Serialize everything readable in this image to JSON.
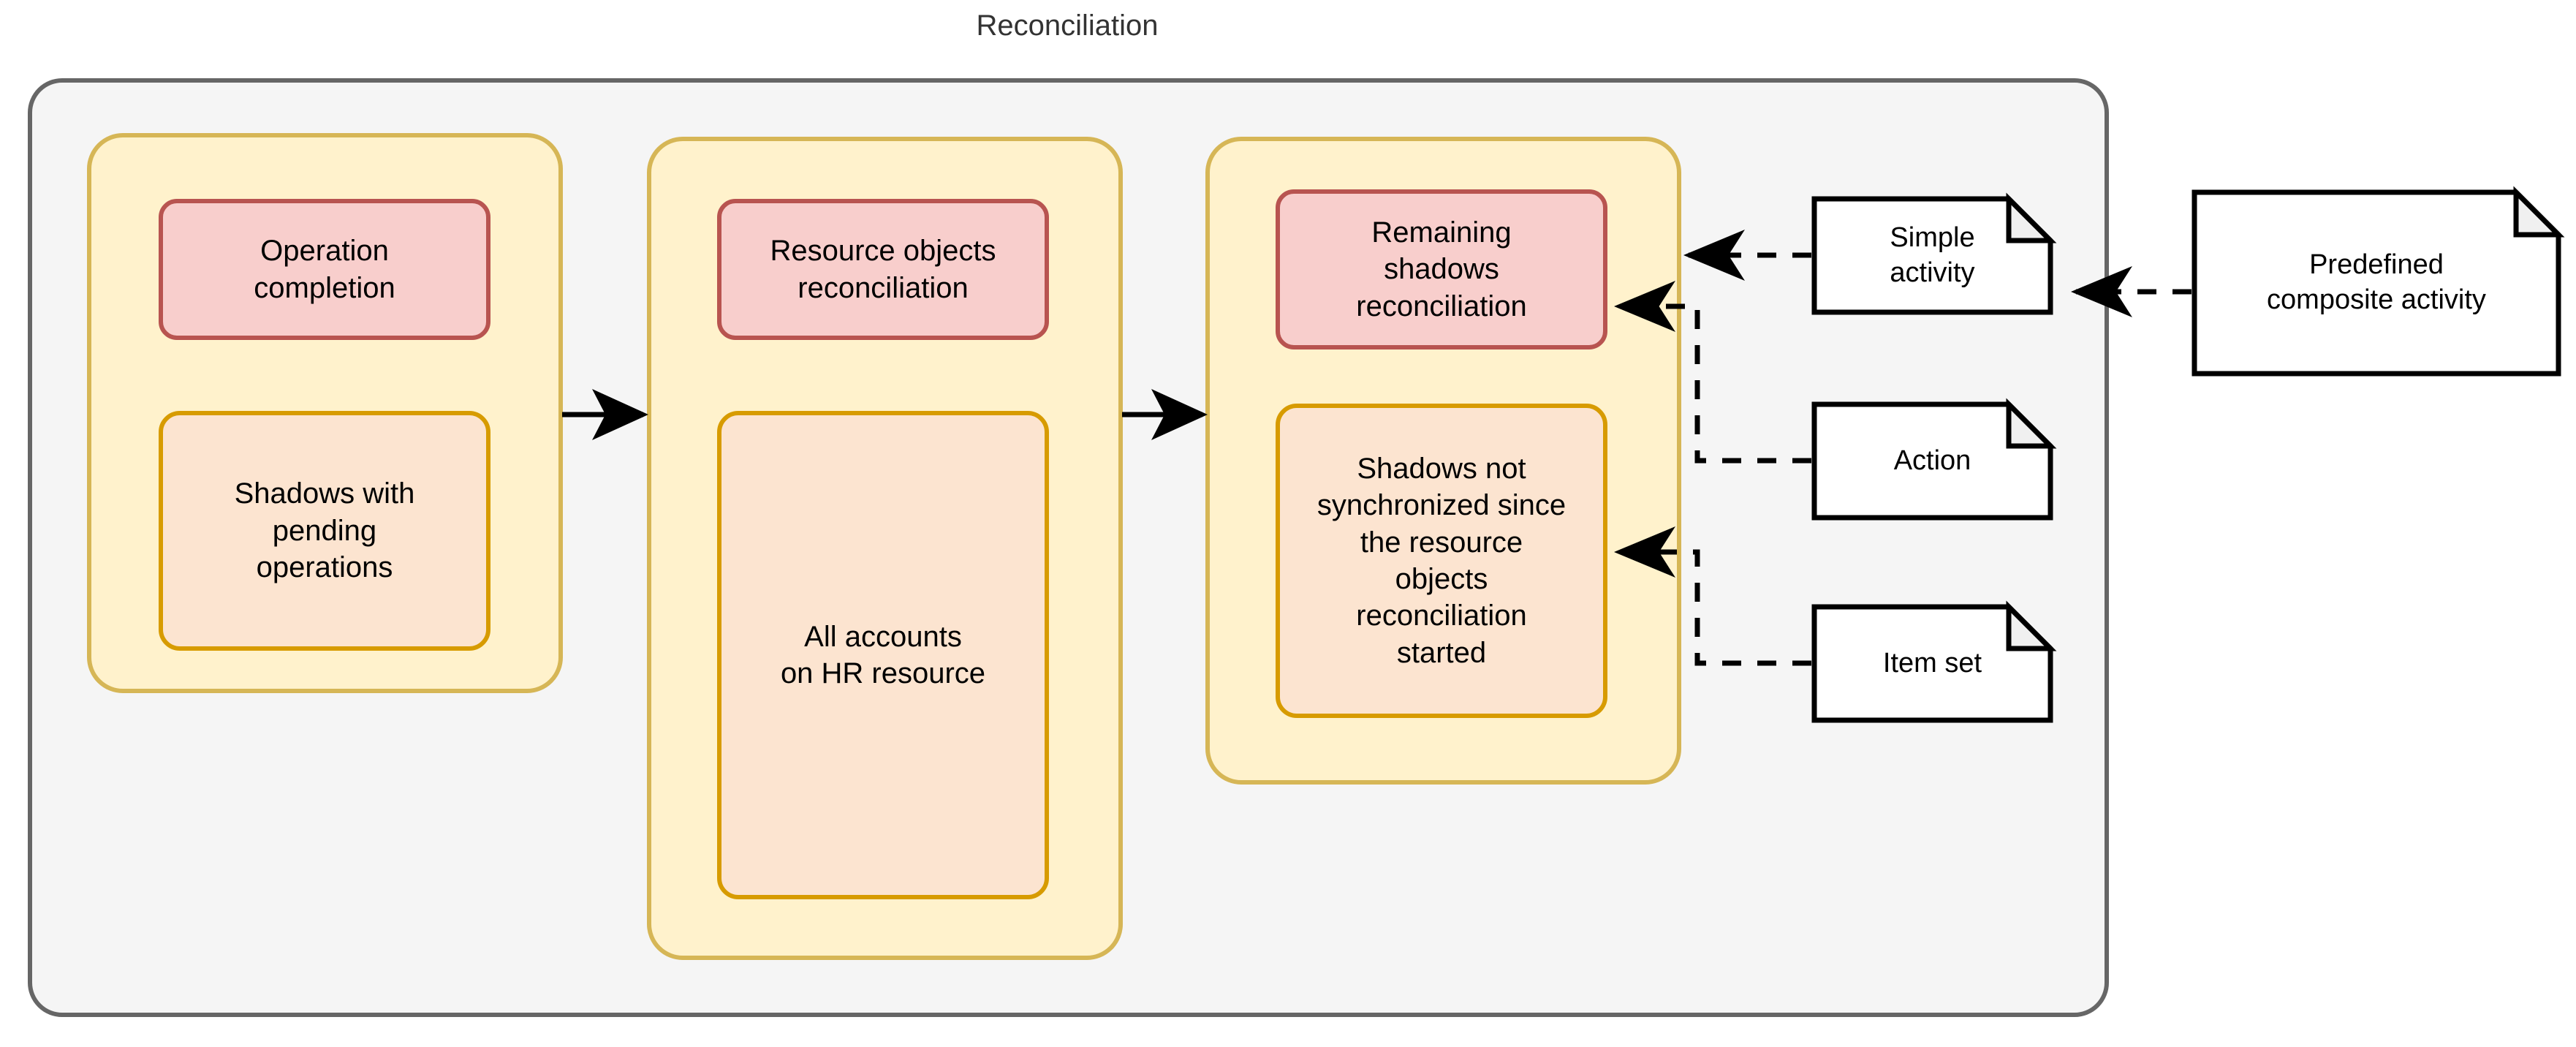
{
  "diagram": {
    "type": "activity-flow",
    "title": "Reconciliation",
    "container": {
      "name": "reconciliation-container",
      "fill": "#F5F5F5",
      "stroke": "#666666"
    },
    "palette": {
      "group_fill": "#FFF2CC",
      "group_stroke": "#D6B656",
      "activity_fill": "#F8CECC",
      "activity_stroke": "#B85450",
      "itemset_fill": "#FCE4D0",
      "itemset_stroke": "#D79B00",
      "note_fill": "#FFFFFF",
      "note_stroke": "#000000",
      "note_fold_fill": "#F0F0F0",
      "connector": "#000000"
    },
    "groups": [
      {
        "name": "group-operation-completion",
        "label": "",
        "children": [
          {
            "name": "activity-operation-completion",
            "kind": "simple-activity",
            "label": "Operation\ncompletion"
          },
          {
            "name": "itemset-shadows-with-pending-operations",
            "kind": "item-set",
            "label": "Shadows with\npending\noperations"
          }
        ]
      },
      {
        "name": "group-resource-objects-reconciliation",
        "label": "",
        "children": [
          {
            "name": "activity-resource-objects-reconciliation",
            "kind": "simple-activity",
            "label": "Resource objects\nreconciliation"
          },
          {
            "name": "itemset-all-accounts-on-hr-resource",
            "kind": "item-set",
            "label": "All accounts\non HR resource"
          }
        ]
      },
      {
        "name": "group-remaining-shadows-reconciliation",
        "label": "",
        "children": [
          {
            "name": "activity-remaining-shadows-reconciliation",
            "kind": "simple-activity",
            "label": "Remaining\nshadows\nreconciliation"
          },
          {
            "name": "itemset-shadows-not-synchronized",
            "kind": "item-set",
            "label": "Shadows not\nsynchronized since\nthe resource\nobjects\nreconciliation\nstarted"
          }
        ]
      }
    ],
    "legend_notes": [
      {
        "name": "note-simple-activity",
        "label": "Simple\nactivity"
      },
      {
        "name": "note-action",
        "label": "Action"
      },
      {
        "name": "note-item-set",
        "label": "Item set"
      },
      {
        "name": "note-predefined-composite-activity",
        "label": "Predefined\ncomposite activity"
      }
    ],
    "flow_arrows": [
      {
        "name": "arrow-group1-to-group2",
        "from": "group-operation-completion",
        "to": "group-resource-objects-reconciliation",
        "style": "solid"
      },
      {
        "name": "arrow-group2-to-group3",
        "from": "group-resource-objects-reconciliation",
        "to": "group-remaining-shadows-reconciliation",
        "style": "solid"
      }
    ],
    "annotation_links": [
      {
        "name": "link-simple-activity-to-group3",
        "from": "note-simple-activity",
        "to": "group-remaining-shadows-reconciliation",
        "style": "dashed"
      },
      {
        "name": "link-action-to-remaining-shadows-reconciliation",
        "from": "note-action",
        "to": "activity-remaining-shadows-reconciliation",
        "style": "dashed"
      },
      {
        "name": "link-item-set-to-shadows-not-synchronized",
        "from": "note-item-set",
        "to": "itemset-shadows-not-synchronized",
        "style": "dashed"
      },
      {
        "name": "link-predefined-composite-to-simple-activity",
        "from": "note-predefined-composite-activity",
        "to": "note-simple-activity",
        "style": "dashed"
      }
    ]
  }
}
